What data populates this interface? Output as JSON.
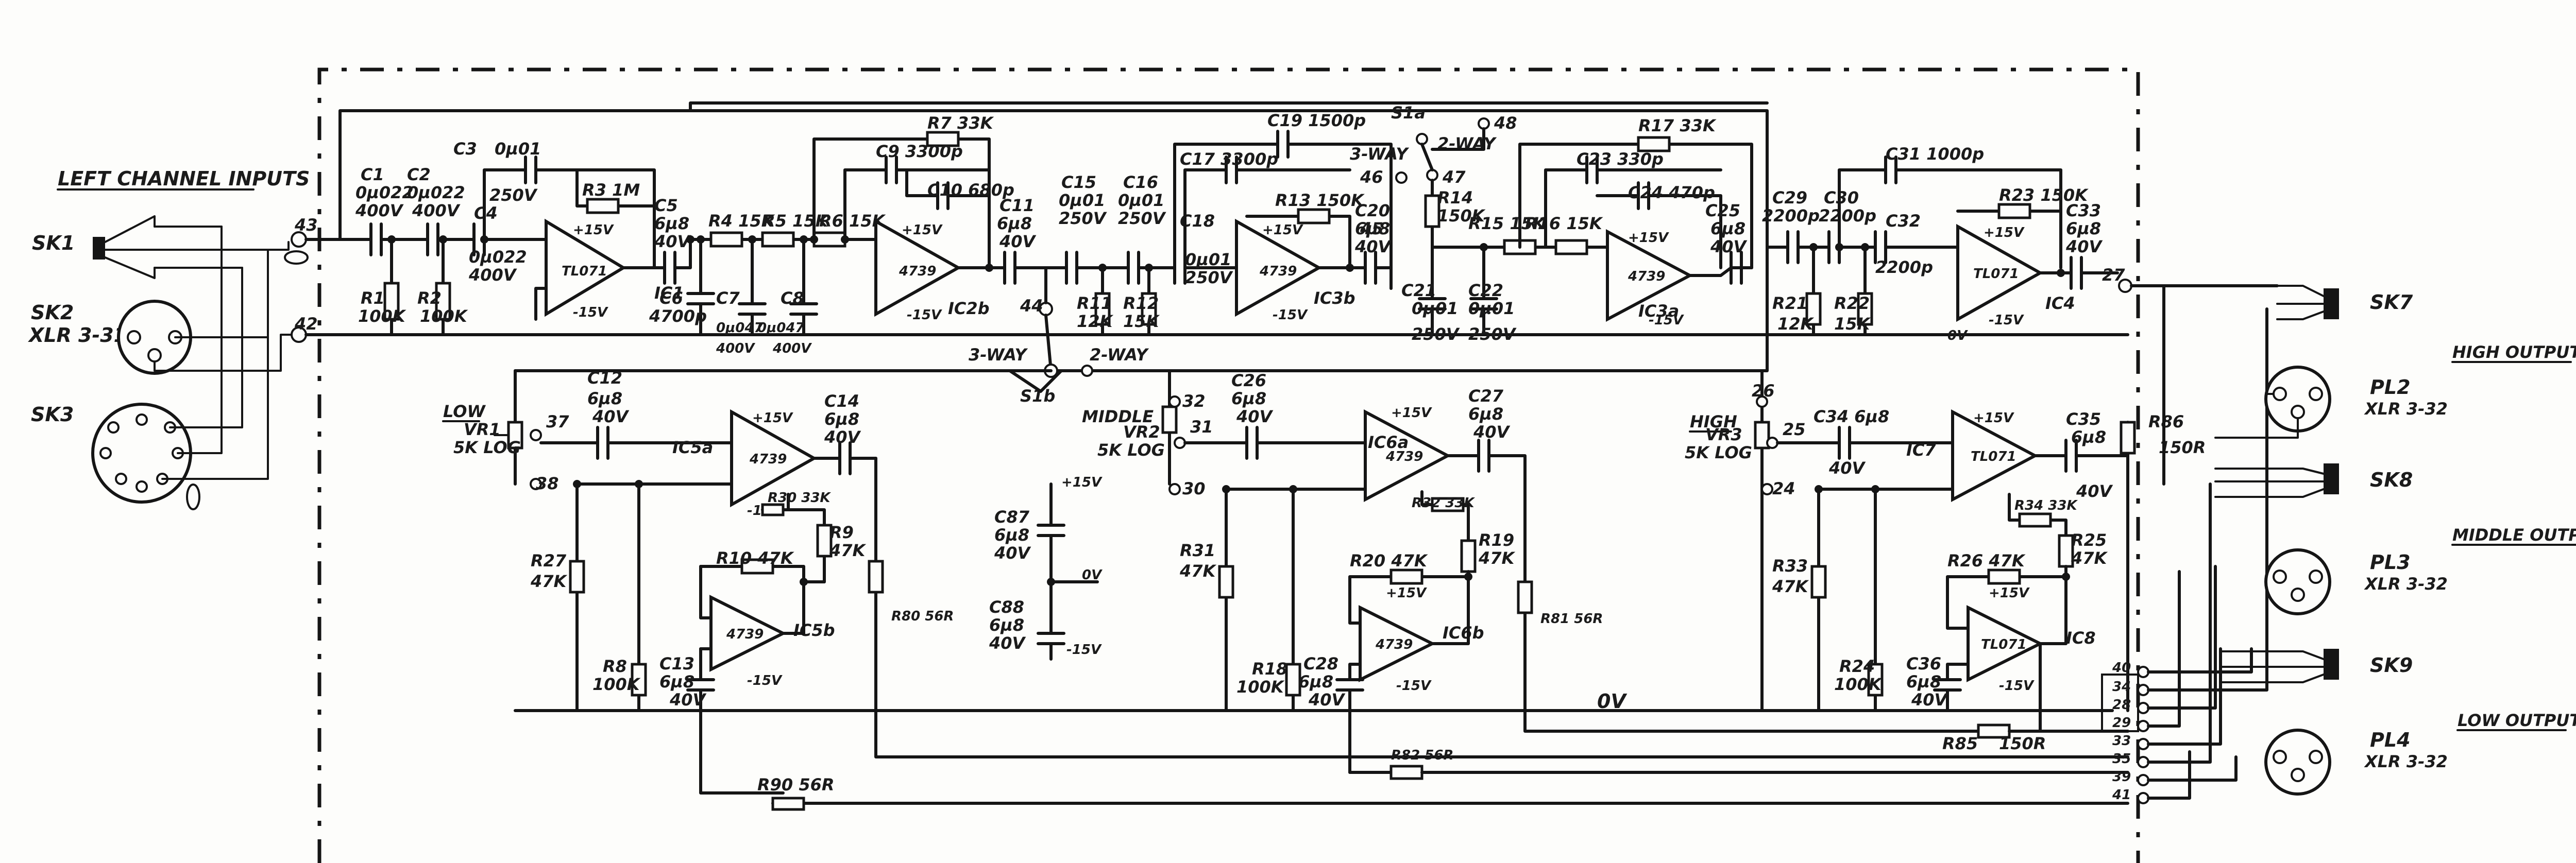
{
  "titles": {
    "left_inputs": "LEFT CHANNEL INPUTS",
    "high_output": "HIGH OUTPUT",
    "middle_output": "MIDDLE OUTPUT",
    "low_output": "LOW OUTPUT"
  },
  "sockets": {
    "sk1": "SK1",
    "sk2": "SK2",
    "sk2_type": "XLR 3-31",
    "sk3": "SK3",
    "sk7": "SK7",
    "sk8": "SK8",
    "sk9": "SK9",
    "pl2": "PL2",
    "pl2_type": "XLR 3-32",
    "pl3": "PL3",
    "pl3_type": "XLR 3-32",
    "pl4": "PL4",
    "pl4_type": "XLR 3-32"
  },
  "rails": {
    "pos": "+15V",
    "neg": "-15V",
    "gnd": "0V"
  },
  "ics": {
    "ic1": "IC1",
    "ic2b": "IC2b",
    "ic3b": "IC3b",
    "ic3a": "IC3a",
    "ic4": "IC4",
    "ic5a": "IC5a",
    "ic5b": "IC5b",
    "ic6a": "IC6a",
    "ic6b": "IC6b",
    "ic7": "IC7",
    "ic8": "IC8",
    "tl071": "TL071",
    "t4739": "4739"
  },
  "controls": {
    "vr1": "VR1",
    "vr1_val": "5K LOG",
    "low": "LOW",
    "vr2": "VR2",
    "vr2_val": "5K LOG",
    "middle": "MIDDLE",
    "vr3": "VR3",
    "vr3_val": "5K LOG",
    "high": "HIGH",
    "s1a": "S1a",
    "s1b": "S1b",
    "three_way": "3-WAY",
    "two_way": "2-WAY"
  },
  "components": {
    "c1": "C1",
    "c1v": "0µ022",
    "c1r": "400V",
    "c2": "C2",
    "c2v": "0µ022",
    "c2r": "400V",
    "c3": "C3",
    "c3v": "0µ01",
    "c3r": "250V",
    "c4": "C4",
    "c4v": "0µ022",
    "c4r": "400V",
    "r1": "R1",
    "r1v": "100K",
    "r2": "R2",
    "r2v": "100K",
    "r3": "R3 1M",
    "c5": "C5",
    "c5v": "6µ8",
    "c5r": "40V",
    "c6": "C6",
    "c6v": "4700p",
    "c7": "C7",
    "c7v": "0µ047",
    "c7r": "400V",
    "c8": "C8",
    "c8v": "0µ047",
    "c8r": "400V",
    "r4": "R4 15K",
    "r5": "R5 15K",
    "r6": "R6 15K",
    "r7": "R7 33K",
    "c9": "C9 3300p",
    "c10": "C10 680p",
    "c11": "C11",
    "c11v": "6µ8",
    "c11r": "40V",
    "c15": "C15",
    "c15v": "0µ01",
    "c15r": "250V",
    "c16": "C16",
    "c16v": "0µ01",
    "c16r": "250V",
    "c17": "C17 3300p",
    "c19": "C19 1500p",
    "c18": "C18",
    "c18v": "0µ01",
    "c18r": "250V",
    "r11": "R11",
    "r11v": "12K",
    "r12": "R12",
    "r12v": "15K",
    "r13": "R13 150K",
    "c20": "C20",
    "c20v": "6µ8",
    "c20r": "40V",
    "r14": "R14",
    "r14v": "150K",
    "c21": "C21",
    "c21v": "0µ01",
    "c21r": "250V",
    "c22": "C22",
    "c22v": "0µ01",
    "c22r": "250V",
    "r15": "R15 15K",
    "r16": "R16 15K",
    "r17": "R17 33K",
    "c23": "C23 330p",
    "c24": "C24 470p",
    "c25": "C25",
    "c25v": "6µ8",
    "c25r": "40V",
    "c29": "C29",
    "c29v": "2200p",
    "c30": "C30",
    "c30v": "2200p",
    "c31": "C31 1000p",
    "c32": "C32",
    "c32v": "2200p",
    "r21": "R21",
    "r21v": "12K",
    "r22": "R22",
    "r22v": "15K",
    "r23": "R23 150K",
    "c33": "C33",
    "c33v": "6µ8",
    "c33r": "40V",
    "c12": "C12",
    "c12v": "6µ8",
    "c12r": "40V",
    "c14": "C14",
    "c14v": "6µ8",
    "c14r": "40V",
    "r30": "R30 33K",
    "r27": "R27",
    "r27v": "47K",
    "r9": "R9",
    "r9v": "47K",
    "r10": "R10 47K",
    "r8": "R8",
    "r8v": "100K",
    "c13": "C13",
    "c13v": "6µ8",
    "c13r": "40V",
    "r80": "R80 56R",
    "c87": "C87",
    "c87v": "6µ8",
    "c87r": "40V",
    "c88": "C88",
    "c88v": "6µ8",
    "c88r": "40V",
    "c26": "C26",
    "c26v": "6µ8",
    "c26r": "40V",
    "c27": "C27",
    "c27v": "6µ8",
    "c27r": "40V",
    "r32": "R32 33K",
    "r31": "R31",
    "r31v": "47K",
    "r20": "R20 47K",
    "r19": "R19",
    "r19v": "47K",
    "r18": "R18",
    "r18v": "100K",
    "c28": "C28",
    "c28v": "6µ8",
    "c28r": "40V",
    "r81": "R81 56R",
    "r82": "R82 56R",
    "c34": "C34 6µ8",
    "c34r": "40V",
    "c35": "C35",
    "c35v": "6µ8",
    "c35r": "40V",
    "r34": "R34 33K",
    "r33": "R33",
    "r33v": "47K",
    "r26": "R26 47K",
    "r25": "R25",
    "r25v": "47K",
    "r24": "R24",
    "r24v": "100K",
    "c36": "C36",
    "c36v": "6µ8",
    "c36r": "40V",
    "r85": "R85",
    "r85v": "150R",
    "r86": "R86",
    "r86v": "150R",
    "r90": "R90 56R"
  },
  "nodes": {
    "n43": "43",
    "n42": "42",
    "n44": "44",
    "n45": "45",
    "n46": "46",
    "n47": "47",
    "n48": "48",
    "n37": "37",
    "n38": "38",
    "n31": "31",
    "n32": "32",
    "n30": "30",
    "n26": "26",
    "n25": "25",
    "n24": "24",
    "n27": "27",
    "n40": "40",
    "n34": "34",
    "n28": "28",
    "n29": "29",
    "n33": "33",
    "n35": "35",
    "n39": "39",
    "n41": "41"
  }
}
